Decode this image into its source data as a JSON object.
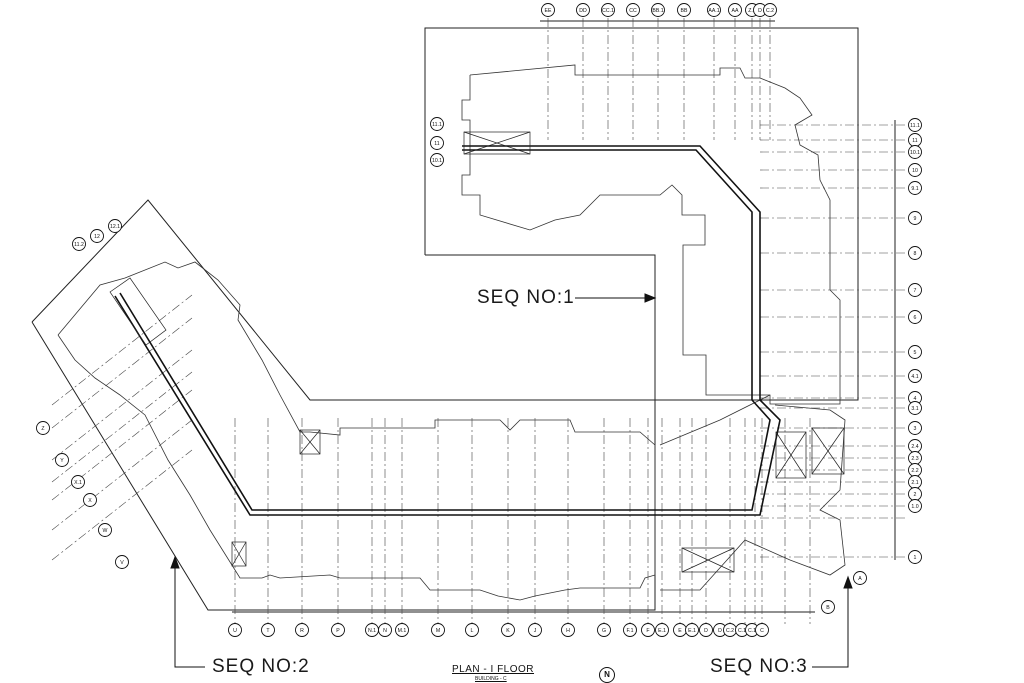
{
  "sequences": [
    {
      "id": "seq1",
      "label": "SEQ NO:1"
    },
    {
      "id": "seq2",
      "label": "SEQ NO:2"
    },
    {
      "id": "seq3",
      "label": "SEQ NO:3"
    }
  ],
  "title": {
    "main": "PLAN - I FLOOR",
    "sub": "BUILDING - C"
  },
  "north_label": "N",
  "grid": {
    "top_labels": [
      "EE",
      "DD",
      "CC.1",
      "CC",
      "BB.1",
      "BB",
      "AA.1",
      "AA",
      "Z.1",
      "D",
      "C.2"
    ],
    "right_labels": [
      "11.1",
      "11",
      "10.1",
      "10",
      "9.1",
      "9",
      "8",
      "7",
      "6",
      "5",
      "4.1",
      "4",
      "3.1",
      "3",
      "2.4",
      "2.3",
      "2.2",
      "2.1",
      "2",
      "1.0",
      "1"
    ],
    "left_top_labels": [
      "11.2",
      "12",
      "12.1"
    ],
    "left_labels": [
      "Z",
      "Y",
      "X.1",
      "X",
      "W",
      "V"
    ],
    "bottom_labels": [
      "U",
      "T",
      "R",
      "P",
      "N.1",
      "N",
      "M.1",
      "M",
      "L",
      "K",
      "J",
      "H",
      "G",
      "F.1",
      "F",
      "E.1",
      "E",
      "E.1",
      "D",
      "D",
      "C.2",
      "C.1",
      "C.1",
      "C",
      "B",
      "A"
    ]
  }
}
